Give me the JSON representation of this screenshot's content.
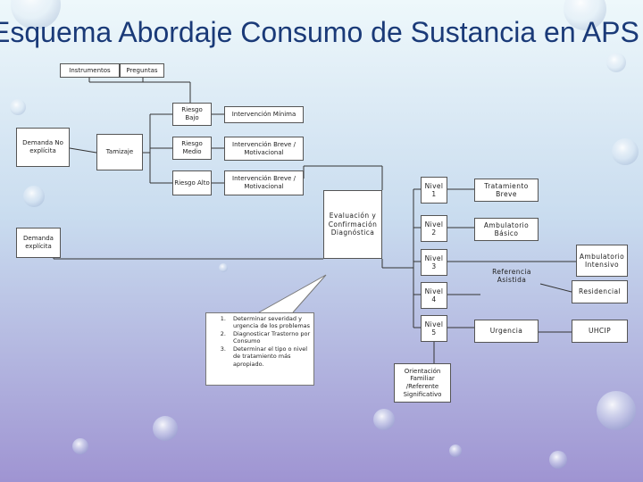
{
  "title": "Esquema Abordaje Consumo de Sustancia en APS",
  "header_boxes": {
    "instrumentos": "Instrumentos",
    "preguntas": "Preguntas"
  },
  "demand": {
    "no_explicit": "Demanda No explícita",
    "explicit": "Demanda explícita"
  },
  "tamizaje": "Tamizaje",
  "risk": [
    {
      "level": "Riesgo Bajo",
      "intervention": "Intervención Mínima"
    },
    {
      "level": "Riesgo Medio",
      "intervention": "Intervención Breve / Motivacional"
    },
    {
      "level": "Riesgo Alto",
      "intervention": "Intervención Breve / Motivacional"
    }
  ],
  "evaluation": "Evaluación y Confirmación Diagnóstica",
  "callout_items": [
    "Determinar severidad y urgencia de los problemas",
    "Diagnosticar Trastorno por Consumo",
    "Determinar el tipo o nivel de tratamiento más apropiado."
  ],
  "levels": [
    "Nivel 1",
    "Nivel 2",
    "Nivel 3",
    "Nivel 4",
    "Nivel 5"
  ],
  "treatments": {
    "tratamiento_breve": "Tratamiento Breve",
    "ambulatorio_basico": "Ambulatorio Básico",
    "ambulatorio_intensivo": "Ambulatorio Intensivo",
    "referencia_asistida": "Referencia Asistida",
    "residencial": "Residencial",
    "urgencia": "Urgencia",
    "uhcip": "UHCIP"
  },
  "orientation": "Orientación Familiar /Referente Significativo",
  "colors": {
    "title": "#1a3a78",
    "bg_top": "#e6f3f8",
    "bg_bottom": "#a99fd6",
    "line": "#333333"
  }
}
